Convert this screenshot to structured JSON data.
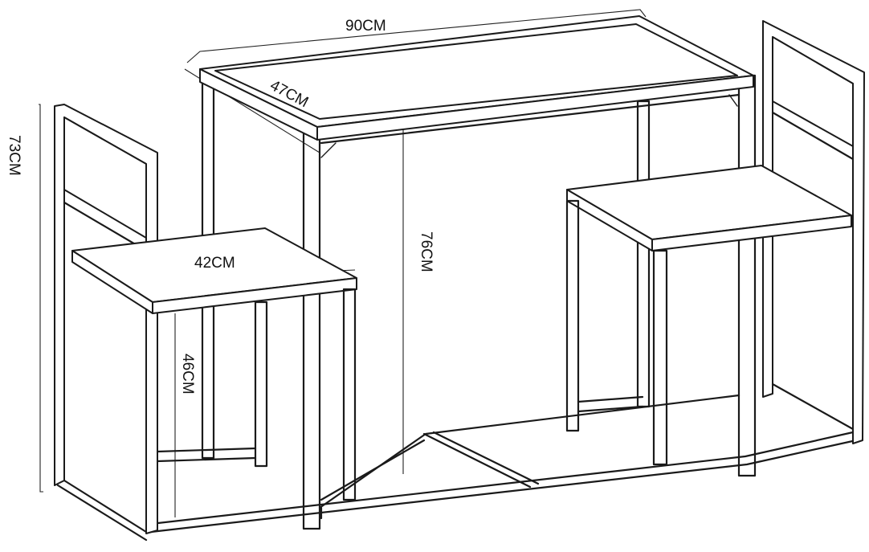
{
  "dimensions": {
    "table_width": "90CM",
    "table_depth": "47CM",
    "table_height": "76CM",
    "chair_height": "73CM",
    "seat_width": "42CM",
    "seat_height": "46CM"
  }
}
